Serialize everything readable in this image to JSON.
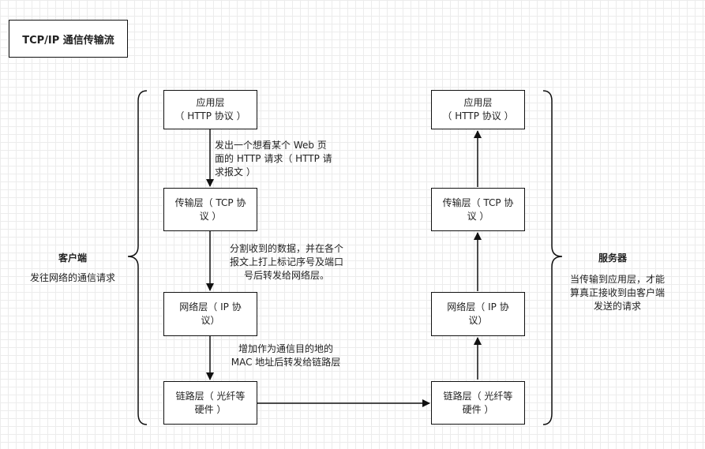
{
  "title": "TCP/IP 通信传输流",
  "client": {
    "title": "客户端",
    "subtitle": "发往网络的通信请求",
    "layers": {
      "app": [
        "应用层",
        "（ HTTP 协议 ）"
      ],
      "transport": [
        "传输层（ TCP 协",
        "议 ）"
      ],
      "network": [
        "网络层（ IP 协",
        "议）"
      ],
      "link": [
        "链路层（ 光纤等",
        "硬件 ）"
      ]
    },
    "annotations": {
      "app_to_transport": [
        "发出一个想看某个 Web 页",
        "面的 HTTP 请求（ HTTP 请",
        "求报文 ）"
      ],
      "transport_to_network": [
        "分割收到的数据，并在各个",
        "报文上打上标记序号及端口",
        "号后转发给网络层。"
      ],
      "network_to_link": [
        "增加作为通信目的地的",
        "MAC 地址后转发给链路层"
      ]
    }
  },
  "server": {
    "title": "服务器",
    "subtitle": [
      "当传输到应用层，才能",
      "算真正接收到由客户端",
      "发送的请求"
    ],
    "layers": {
      "app": [
        "应用层",
        "（ HTTP 协议 ）"
      ],
      "transport": [
        "传输层（ TCP 协",
        "议 ）"
      ],
      "network": [
        "网络层（ IP 协",
        "议）"
      ],
      "link": [
        "链路层（ 光纤等",
        "硬件 ）"
      ]
    }
  },
  "colors": {
    "stroke": "#111111",
    "grid": "#ececec",
    "background": "#ffffff"
  }
}
